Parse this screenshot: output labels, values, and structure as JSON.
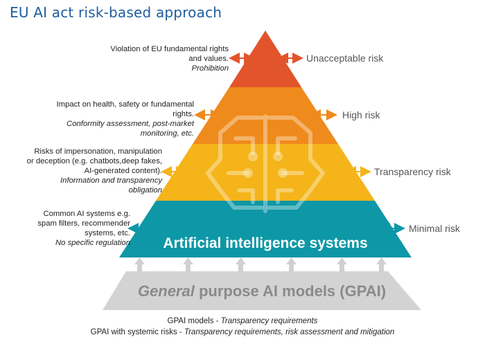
{
  "title": "EU AI act risk-based approach",
  "tiers": [
    {
      "risk": "Unacceptable risk",
      "description": "Violation of EU fundamental rights and values.",
      "measure": "Prohibition",
      "color": "#e2542b"
    },
    {
      "risk": "High risk",
      "description": "Impact on health, safety or fundamental rights.",
      "measure": "Conformity assessment, post-market monitoring, etc.",
      "color": "#ef8a1c"
    },
    {
      "risk": "Transparency risk",
      "description": "Risks of impersonation, manipulation or deception (e.g. chatbots,deep fakes, AI-generated content).",
      "measure": "Information and transparency obligation",
      "color": "#f4b41a"
    },
    {
      "risk": "Minimal risk",
      "description": "Common AI systems e.g. spam filters, recommender systems, etc.",
      "measure": "No specific regulation",
      "color": "#0e97a6"
    }
  ],
  "base_label": "Artificial intelligence systems",
  "gpai": {
    "label_italic": "General",
    "label_rest": " purpose AI models (GPAI)",
    "color": "#d3d3d3"
  },
  "footer": [
    {
      "lead": "GPAI models - ",
      "detail": "Transparency requirements"
    },
    {
      "lead": "GPAI with systemic risks - ",
      "detail": "Transparency requirements, risk assessment and mitigation"
    }
  ],
  "icons": [
    "brain-circuit-icon",
    "double-arrow-icon",
    "up-arrow-icon"
  ]
}
